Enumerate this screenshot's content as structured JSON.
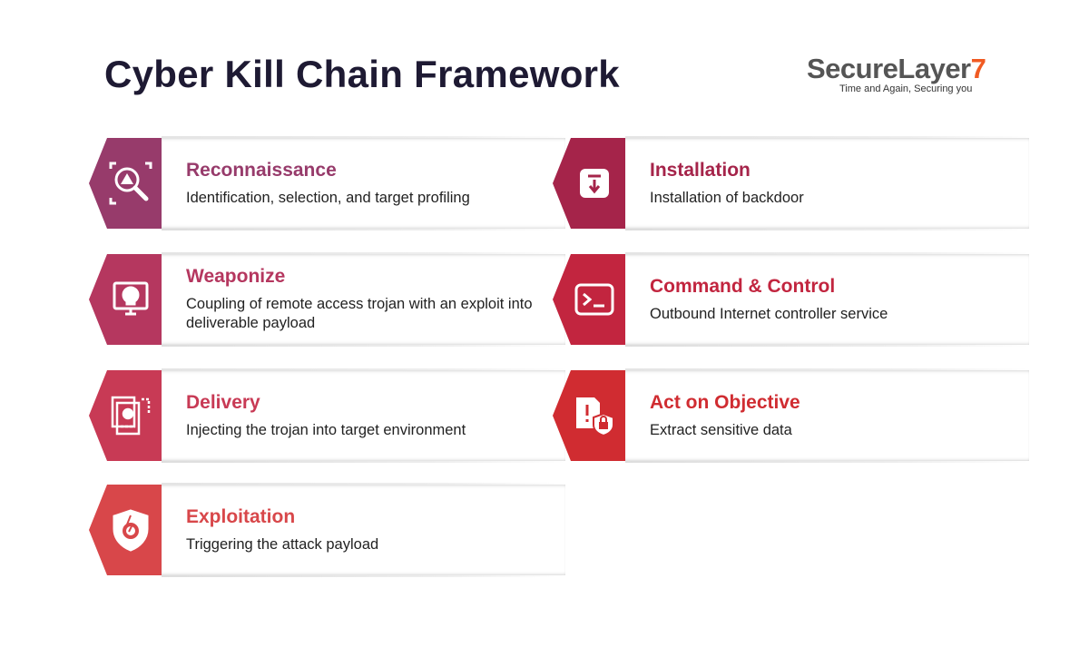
{
  "title": "Cyber Kill Chain Framework",
  "logo": {
    "name": "SecureLayer",
    "number": "7",
    "tagline": "Time and Again, Securing you"
  },
  "stages": [
    {
      "title": "Reconnaissance",
      "desc": "Identification, selection, and target profiling",
      "color": "#973b6b",
      "icon": "magnifier-warning-icon"
    },
    {
      "title": "Weaponize",
      "desc": "Coupling of remote access trojan with an exploit into deliverable payload",
      "color": "#b5375f",
      "icon": "monitor-skull-icon"
    },
    {
      "title": "Delivery",
      "desc": "Injecting the trojan into target environment",
      "color": "#c83a55",
      "icon": "bug-document-icon"
    },
    {
      "title": "Exploitation",
      "desc": "Triggering the attack payload",
      "color": "#d8474a",
      "icon": "shield-gear-icon"
    },
    {
      "title": "Installation",
      "desc": "Installation of backdoor",
      "color": "#a5244a",
      "icon": "download-box-icon"
    },
    {
      "title": "Command & Control",
      "desc": "Outbound Internet controller service",
      "color": "#c2253f",
      "icon": "terminal-icon"
    },
    {
      "title": "Act on Objective",
      "desc": "Extract sensitive data",
      "color": "#d02c31",
      "icon": "document-lock-icon"
    }
  ]
}
